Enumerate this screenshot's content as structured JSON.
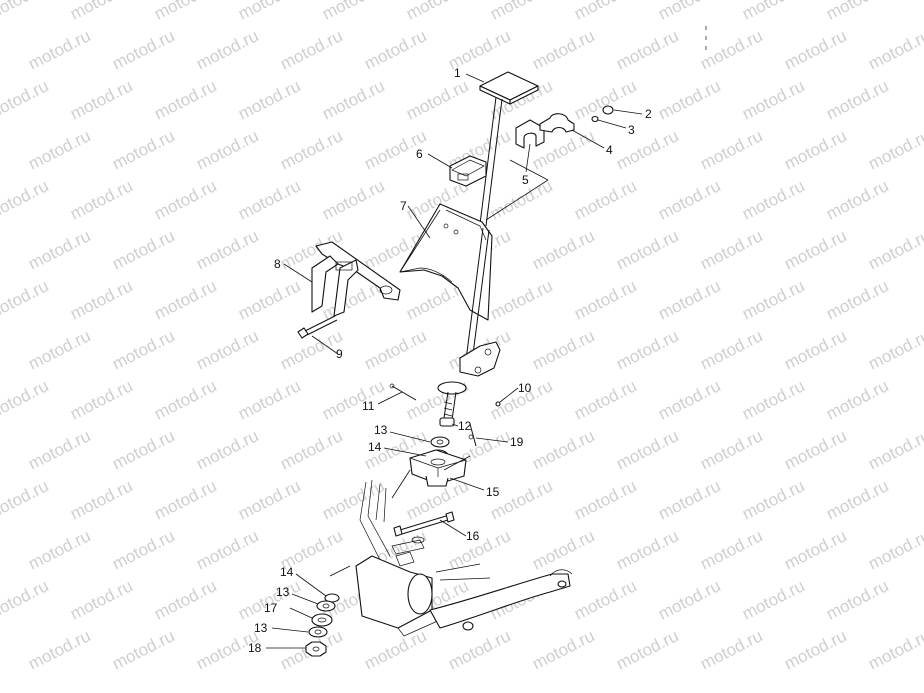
{
  "watermark": "motod.ru",
  "callouts": [
    {
      "id": "1",
      "text": "1"
    },
    {
      "id": "2",
      "text": "2"
    },
    {
      "id": "3",
      "text": "3"
    },
    {
      "id": "4",
      "text": "4"
    },
    {
      "id": "5",
      "text": "5"
    },
    {
      "id": "6",
      "text": "6"
    },
    {
      "id": "7",
      "text": "7"
    },
    {
      "id": "8",
      "text": "8"
    },
    {
      "id": "9",
      "text": "9"
    },
    {
      "id": "10",
      "text": "10"
    },
    {
      "id": "11",
      "text": "11"
    },
    {
      "id": "12",
      "text": "12"
    },
    {
      "id": "13a",
      "text": "13"
    },
    {
      "id": "14a",
      "text": "14"
    },
    {
      "id": "15",
      "text": "15"
    },
    {
      "id": "16",
      "text": "16"
    },
    {
      "id": "19",
      "text": "19"
    },
    {
      "id": "14b",
      "text": "14"
    },
    {
      "id": "13b",
      "text": "13"
    },
    {
      "id": "17",
      "text": "17"
    },
    {
      "id": "13c",
      "text": "13"
    },
    {
      "id": "18",
      "text": "18"
    }
  ]
}
